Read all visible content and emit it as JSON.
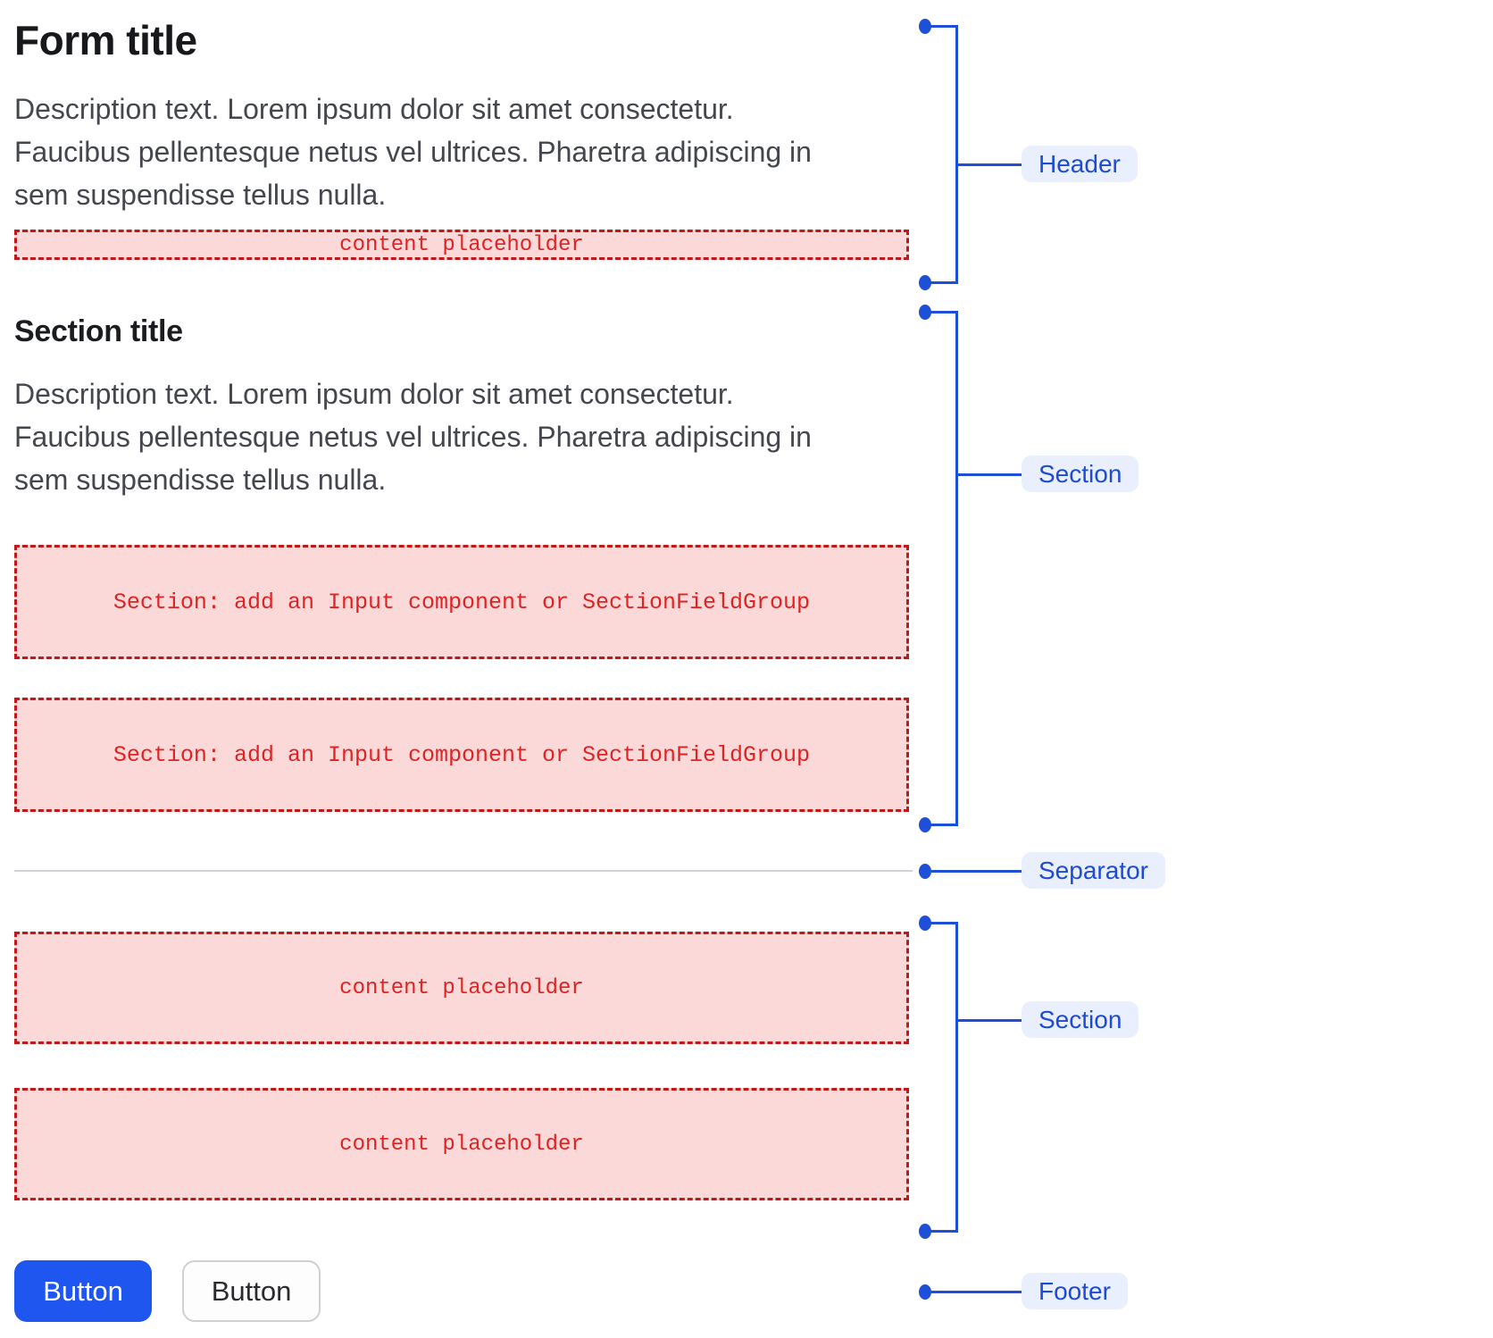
{
  "form": {
    "header": {
      "title": "Form title",
      "description_lines": [
        "Description text. Lorem ipsum dolor sit amet consectetur.",
        "Faucibus pellentesque netus vel ultrices. Pharetra adipiscing in",
        "sem suspendisse tellus nulla."
      ],
      "placeholder": "content placeholder"
    },
    "section": {
      "title": "Section title",
      "description_lines": [
        "Description text. Lorem ipsum dolor sit amet consectetur.",
        "Faucibus pellentesque netus vel ultrices. Pharetra adipiscing in",
        "sem suspendisse tellus nulla."
      ],
      "box1": "Section: add an Input component or SectionFieldGroup",
      "box2": "Section: add an Input component or SectionFieldGroup"
    },
    "content_section": {
      "box1": "content placeholder",
      "box2": "content placeholder"
    },
    "footer": {
      "primary_button": "Button",
      "secondary_button": "Button"
    }
  },
  "annotations": {
    "header": "Header",
    "section1": "Section",
    "separator": "Separator",
    "section2": "Section",
    "footer": "Footer"
  },
  "colors": {
    "accent_blue": "#1e4fd8",
    "annotation_pill_bg": "#e9effc",
    "annotation_pill_text": "#1d4bd4",
    "placeholder_bg": "#fcd9d9",
    "placeholder_border": "#c11919",
    "placeholder_text": "#e02222",
    "primary_button_bg": "#2056f0",
    "separator_line": "#d2d0d8",
    "description_text": "#45474e",
    "title_text": "#17181b"
  }
}
